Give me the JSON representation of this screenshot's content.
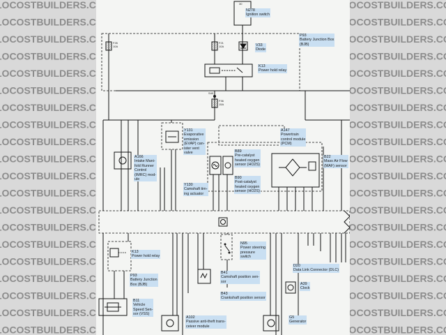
{
  "watermark": {
    "text": "LOCOSTBUILDERS.CO.UK"
  },
  "colors": {
    "sheet": "#f4f5f3",
    "wire": "#111111",
    "label_bg": "#c9dff2",
    "watermark": "#8c8c8c"
  },
  "components": {
    "n278": {
      "title": "N278\nIgnition switch",
      "pin": "30"
    },
    "p93_top": {
      "title": "P93\nBattery Junction Box\n(BJB)"
    },
    "v33": {
      "title": "V33\nDiode"
    },
    "k13_top": {
      "title": "K13\nPower hold relay"
    },
    "a166": {
      "title": "A166\nIntake Mani-\nfold Runner\nControl\n(IMRC) mod-\nule"
    },
    "y131": {
      "title": "Y131\nEvaporative\nemission\n(EVAP) can-\nister vent\nvalve"
    },
    "a147": {
      "title": "A147\nPowertrain\ncontrol module\n(PCM)"
    },
    "b89": {
      "title": "B89\nPre-catalyst\nheated oxygen\nsensor (HO2S)"
    },
    "b22": {
      "title": "B22\nMass Air Flow\n(MAF) sensor"
    },
    "b90": {
      "title": "B90\nPost-catalyst\nheated oxygen\nsensor (HO2S)"
    },
    "y130": {
      "title": "Y130\nCamshaft tim-\ning actuator"
    },
    "k13_bottom": {
      "title": "K13\nPower hold relay"
    },
    "n95": {
      "title": "N95\nPower steering\npressure\nswitch"
    },
    "p93_bottom": {
      "title": "P93\nBattery Junction\nBox (BJB)"
    },
    "b41": {
      "title": "B41\nCamshaft position sen-\nsor"
    },
    "d20": {
      "title": "D20\nData Link Connector (DLC)"
    },
    "a39": {
      "title": "A39\nClock"
    },
    "b43": {
      "title": "B43\nCrankshaft position sensor"
    },
    "b11": {
      "title": "B11\nVehicle\nSpeed Sen-\nsor (VSS)"
    },
    "a102": {
      "title": "A102\nPassive anti-theft trans-\nceiver module"
    },
    "g5": {
      "title": "G5\nGenerator"
    }
  },
  "fuses": [
    {
      "id": "f26",
      "label": "F26\n10A"
    },
    {
      "id": "f21",
      "label": "F21\n10A"
    },
    {
      "id": "f36",
      "label": "F36\n15A"
    }
  ],
  "splice": {
    "label": "S40"
  }
}
